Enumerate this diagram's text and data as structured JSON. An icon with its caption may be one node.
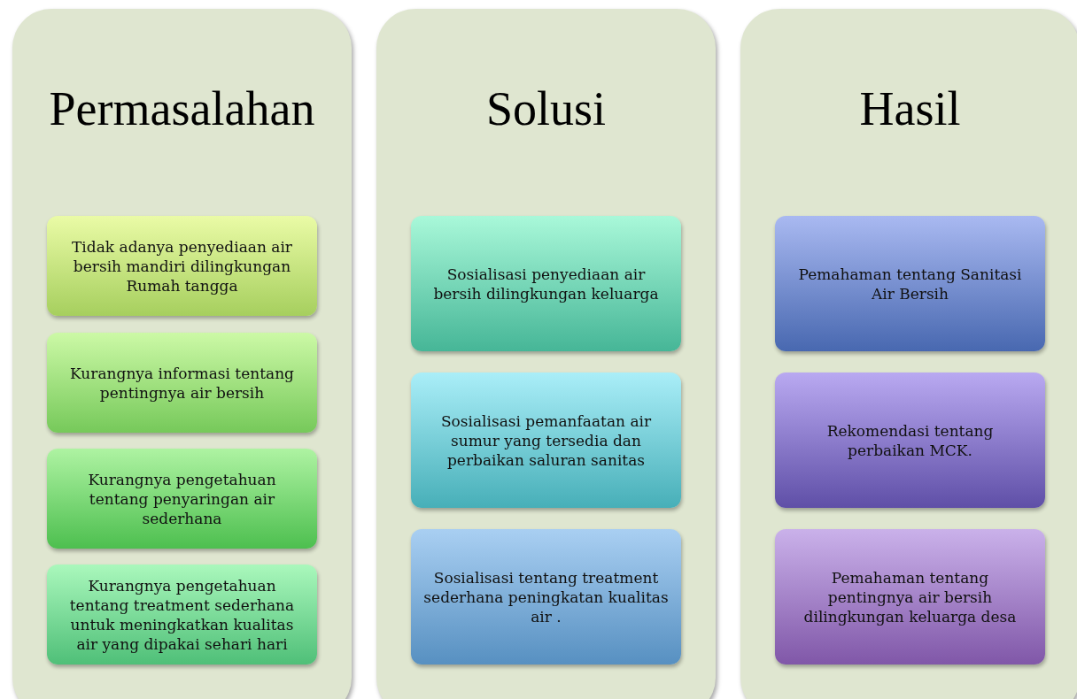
{
  "diagram": {
    "nodes": [
      {
        "text": [
          "Permasalahan"
        ]
      },
      {
        "text": [
          "Tidak adanya penyediaan air bersih mandiri dilingkungan Rumah tangga"
        ],
        "in": 0
      },
      {
        "text": [
          "Kurangnya informasi tentang pentingnya air bersih"
        ],
        "in": 0
      },
      {
        "text": [
          "Kurangnya pengetahuan tentang penyaringan air sederhana"
        ],
        "in": 0
      },
      {
        "text": [
          "Kurangnya pengetahuan tentang treatment sederhana untuk meningkatkan kualitas air yang dipakai sehari hari"
        ],
        "in": 0
      },
      {
        "text": [
          "Solusi"
        ]
      },
      {
        "text": [
          "Sosialisasi penyediaan air bersih dilingkungan keluarga"
        ],
        "in": 5
      },
      {
        "text": [
          "Sosialisasi pemanfaatan air sumur yang tersedia dan perbaikan saluran sanitas"
        ],
        "in": 5
      },
      {
        "text": [
          "Sosialisasi tentang treatment sederhana peningkatan kualitas air ."
        ],
        "in": 5
      },
      {
        "text": [
          "Hasil"
        ]
      },
      {
        "text": [
          "Pemahaman tentang Sanitasi Air Bersih"
        ],
        "in": 9
      },
      {
        "text": [
          "Rekomendasi tentang perbaikan MCK."
        ],
        "in": 9
      },
      {
        "text": [
          "Pemahaman tentang pentingnya air bersih dilingkungan keluarga desa"
        ],
        "in": 9
      }
    ],
    "edges": []
  }
}
